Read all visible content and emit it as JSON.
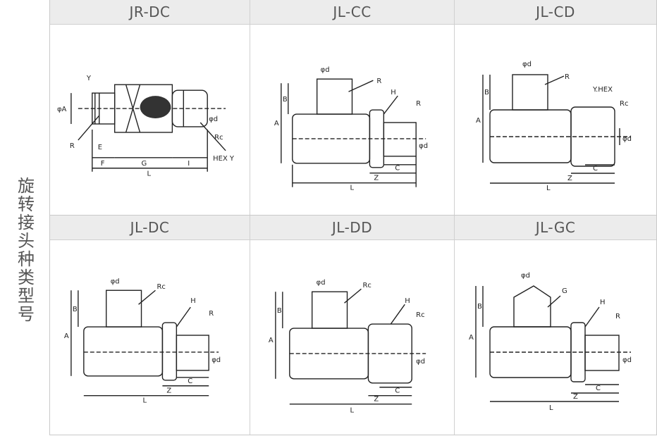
{
  "side_label": "旋转接头种类型号",
  "cells": [
    {
      "title": "JR-DC",
      "labels": {
        "y": "Y",
        "phiA": "φA",
        "r": "R",
        "e": "E",
        "f": "F",
        "g": "G",
        "i": "I",
        "l": "L",
        "rc": "Rc",
        "hexy": "HEX Y",
        "phid": "φd"
      }
    },
    {
      "title": "JL-CC",
      "labels": {
        "phid1": "φd",
        "r1": "R",
        "h": "H",
        "r2": "R",
        "b": "B",
        "a": "A",
        "phid2": "φd",
        "c": "C",
        "z": "Z",
        "l": "L"
      }
    },
    {
      "title": "JL-CD",
      "labels": {
        "phid1": "φd",
        "r1": "R",
        "yhex": "Y.HEX",
        "rc": "Rc",
        "b": "B",
        "a": "A",
        "phid2": "φd",
        "c": "C",
        "z": "Z",
        "l": "L"
      }
    },
    {
      "title": "JL-DC",
      "labels": {
        "phid1": "φd",
        "rc": "Rc",
        "h": "H",
        "r": "R",
        "b": "B",
        "a": "A",
        "phid2": "φd",
        "c": "C",
        "z": "Z",
        "l": "L"
      }
    },
    {
      "title": "JL-DD",
      "labels": {
        "phid1": "φd",
        "rc1": "Rc",
        "h": "H",
        "rc2": "Rc",
        "b": "B",
        "a": "A",
        "phid2": "φd",
        "c": "C",
        "z": "Z",
        "l": "L"
      }
    },
    {
      "title": "JL-GC",
      "labels": {
        "phid1": "φd",
        "g": "G",
        "h": "H",
        "r": "R",
        "b": "B",
        "a": "A",
        "phid2": "φd",
        "c": "C",
        "z": "Z",
        "l": "L"
      }
    }
  ]
}
